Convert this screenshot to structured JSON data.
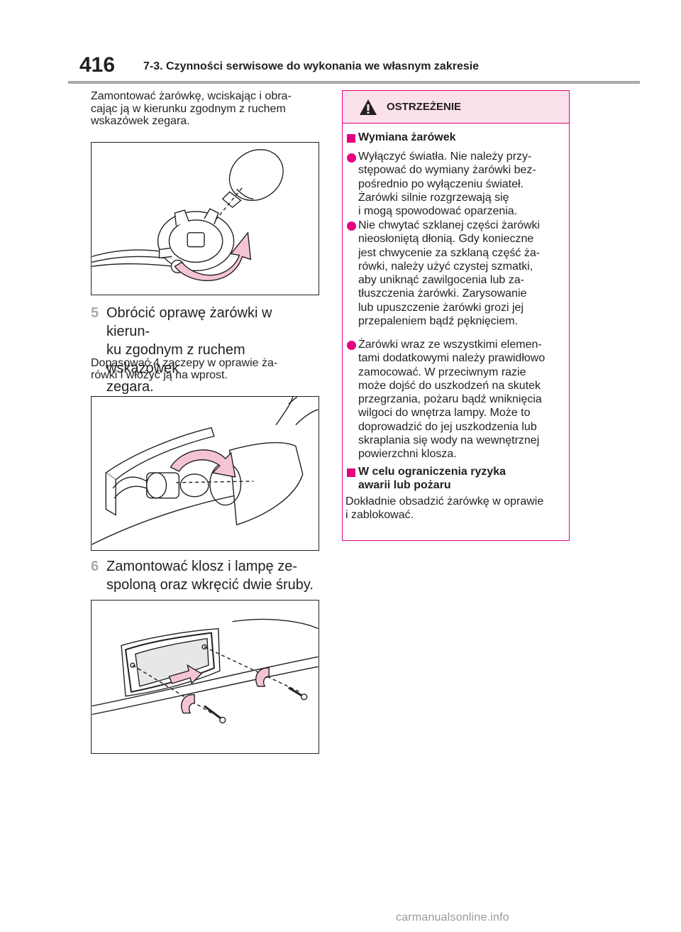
{
  "header": {
    "page_number": "416",
    "section_title": "7-3. Czynności serwisowe do wykonania we własnym zakresie"
  },
  "left": {
    "intro_text": "Zamontować żarówkę, wciskając i obra-\ncając ją w kierunku zgodnym z ruchem\nwskazówek zegara.",
    "step5": {
      "number": "5",
      "text": "Obrócić oprawę żarówki w kierun-\nku zgodnym z ruchem wskazówek\nzegara."
    },
    "step5_note": "Dopasować 4 zaczepy w oprawie ża-\nrówki i włożyć ją na wprost.",
    "step6": {
      "number": "6",
      "text": "Zamontować klosz i lampę ze-\nspoloną oraz wkręcić dwie śruby."
    }
  },
  "warning": {
    "title": "OSTRZEŻENIE",
    "section1_title": "Wymiana żarówek",
    "bullets": [
      "Wyłączyć światła. Nie należy przy-\nstępować do wymiany żarówki bez-\npośrednio po wyłączeniu świateł.\nŻarówki silnie rozgrzewają się\ni mogą spowodować oparzenia.",
      "Nie chwytać szklanej części żarówki\nnieosłoniętą dłonią. Gdy konieczne\njest chwycenie za szklaną część ża-\nrówki, należy użyć czystej szmatki,\naby uniknąć zawilgocenia lub za-\ntłuszczenia żarówki. Zarysowanie\nlub upuszczenie żarówki grozi jej\nprzepaleniem bądź pęknięciem.",
      "Żarówki wraz ze wszystkimi elemen-\ntami dodatkowymi należy prawidłowo\nzamocować. W przeciwnym razie\nmoże dojść do uszkodzeń na skutek\nprzegrzania, pożaru bądź wniknięcia\nwilgoci do wnętrza lampy. Może to\ndoprowadzić do jej uszkodzenia lub\nskraplania się wody na wewnętrznej\npowierzchni klosza."
    ],
    "section2_title": "W celu ograniczenia ryzyka\nawarii lub pożaru",
    "section2_text": "Dokładnie obsadzić żarówkę w oprawie\ni zablokować."
  },
  "footer": {
    "watermark": "carmanualsonline.info"
  },
  "colors": {
    "accent": "#e4007f",
    "accent_light": "#fbe1ec",
    "arrow": "#f4c4d6",
    "rule": "#a7a9ac"
  }
}
